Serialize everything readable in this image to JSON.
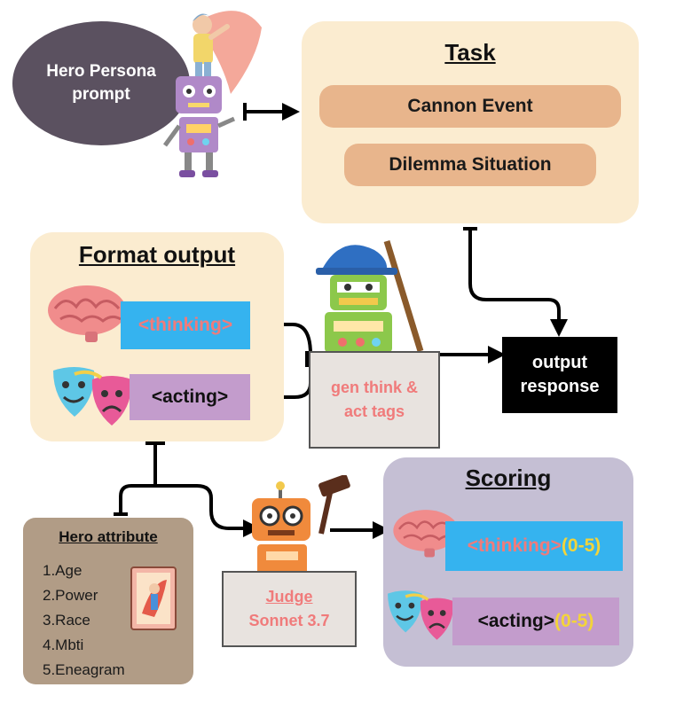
{
  "persona": {
    "line1": "Hero Persona",
    "line2": "prompt"
  },
  "task": {
    "title": "Task",
    "items": [
      "Cannon Event",
      "Dilemma Situation"
    ]
  },
  "format": {
    "title": "Format output",
    "thinking_tag": "<thinking>",
    "acting_tag": "<acting>"
  },
  "generator": {
    "line1": "gen think &",
    "line2": "act tags"
  },
  "output": {
    "line1": "output",
    "line2": "response"
  },
  "attributes": {
    "title": "Hero attribute",
    "items": [
      "1.Age",
      "2.Power",
      "3.Race",
      "4.Mbti",
      "5.Eneagram"
    ]
  },
  "judge": {
    "line1": "Judge",
    "line2": "Sonnet 3.7"
  },
  "scoring": {
    "title": "Scoring",
    "thinking_tag": "<thinking>",
    "acting_tag": "<acting>",
    "range": "(0-5)"
  },
  "colors": {
    "panel_cream": "#fbecd0",
    "pill_orange": "#e8b58c",
    "tag_blue": "#35b3ef",
    "tag_purple": "#c39ccc",
    "text_pink": "#f07b7b",
    "range_yellow": "#f3d43a",
    "scoring_panel": "#c5bfd4",
    "attribute_panel": "#b19c86",
    "box_gray": "#e8e3df",
    "black": "#000000"
  }
}
